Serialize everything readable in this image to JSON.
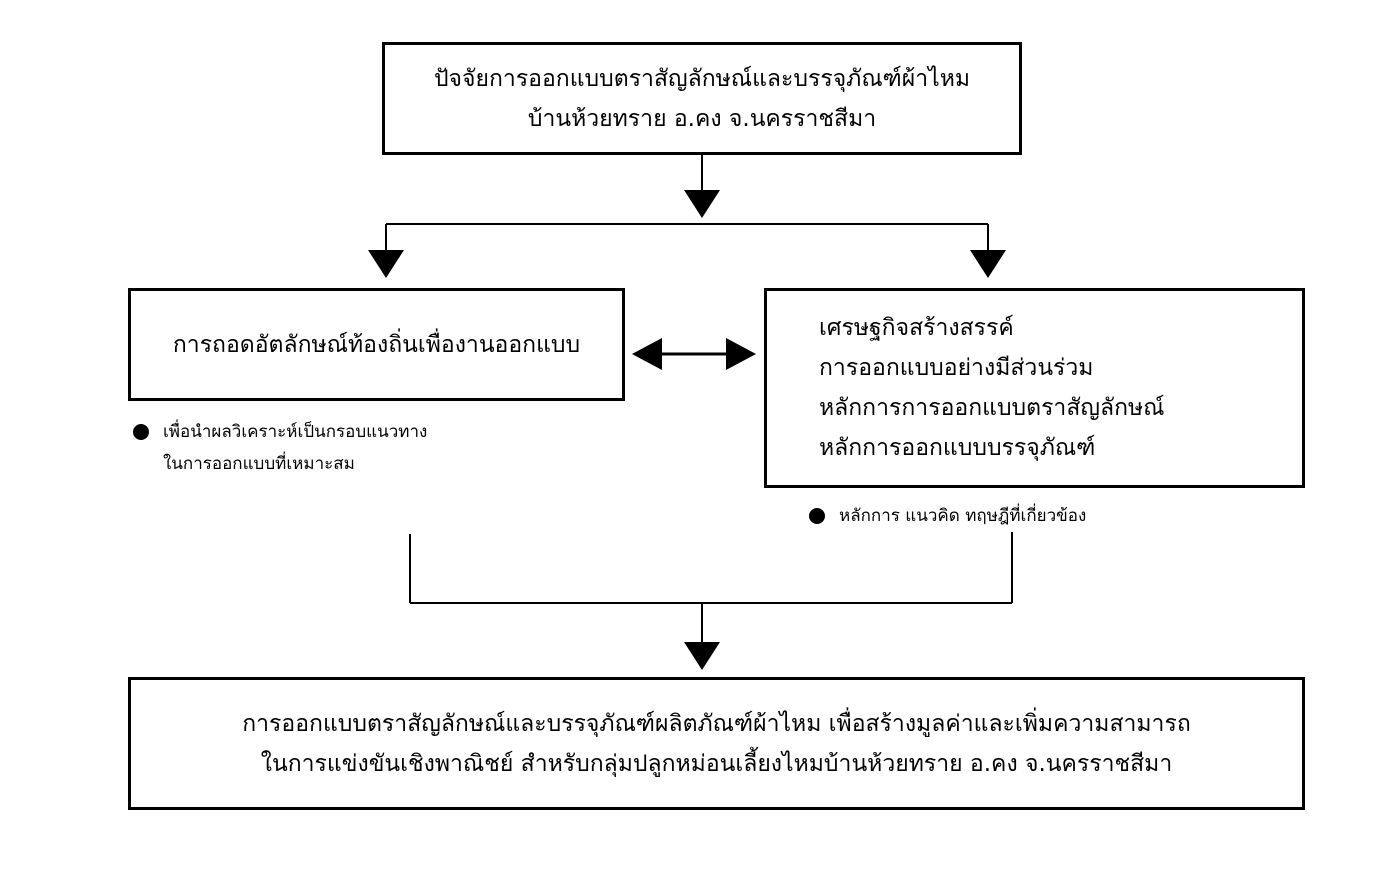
{
  "nodes": {
    "top": {
      "line1": "ปัจจัยการออกแบบตราสัญลักษณ์และบรรจุภัณฑ์ผ้าไหม",
      "line2": "บ้านห้วยทราย อ.คง จ.นครราชสีมา"
    },
    "left": {
      "label": "การถอดอัตลักษณ์ท้องถิ่นเพื่องานออกแบบ"
    },
    "right": {
      "items": [
        "เศรษฐกิจสร้างสรรค์",
        "การออกแบบอย่างมีส่วนร่วม",
        "หลักการการออกแบบตราสัญลักษณ์",
        "หลักการออกแบบบรรจุภัณฑ์"
      ]
    },
    "bottom": {
      "line1": "การออกแบบตราสัญลักษณ์และบรรจุภัณฑ์ผลิตภัณฑ์ผ้าไหม เพื่อสร้างมูลค่าและเพิ่มความสามารถ",
      "line2": "ในการแข่งขันเชิงพาณิชย์ สำหรับกลุ่มปลูกหม่อนเลี้ยงไหมบ้านห้วยทราย อ.คง จ.นครราชสีมา"
    }
  },
  "notes": {
    "left": {
      "line1": "เพื่อนำผลวิเคราะห์เป็นกรอบแนวทาง",
      "line2": "ในการออกแบบที่เหมาะสม"
    },
    "right": {
      "line1": "หลักการ แนวคิด ทฤษฎีที่เกี่ยวข้อง"
    }
  },
  "colors": {
    "stroke": "#000000",
    "background": "#ffffff"
  }
}
